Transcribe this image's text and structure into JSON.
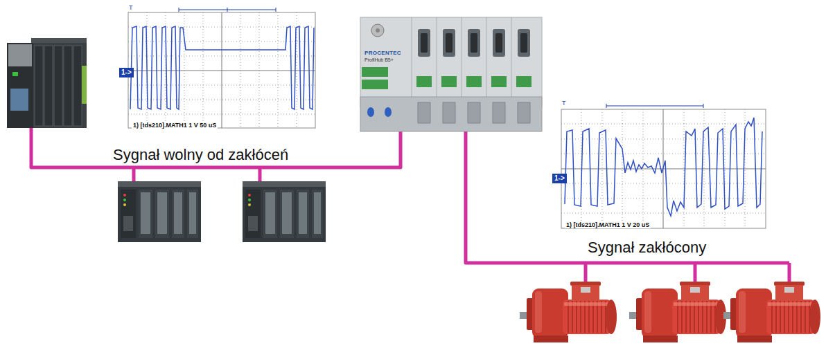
{
  "diagram": {
    "nodes": [
      {
        "text": [
          "T",
          "1->",
          "1) [tds210].MATH1 1 V 50 uS"
        ]
      },
      {
        "text": [
          "PROCENTEC",
          "ProfiHub B5+"
        ]
      },
      {
        "text": [
          "T",
          "1->",
          "1) [tds210].MATH1 1 V 20 uS"
        ]
      }
    ],
    "labels": [
      "Sygnał wolny od zakłóceń",
      "Sygnał zakłócony"
    ]
  }
}
